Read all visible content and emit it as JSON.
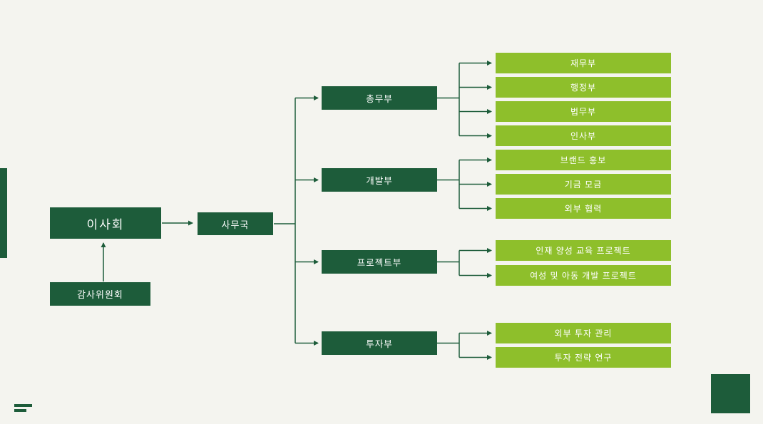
{
  "slide": {
    "background_color": "#f4f4ef",
    "accent_dark_green": "#1d5c3a",
    "accent_light_green": "#8ebf2b",
    "node_text_color": "#ffffff"
  },
  "org_chart": {
    "board": {
      "label": "이사회"
    },
    "audit_committee": {
      "label": "감사위원회"
    },
    "secretariat": {
      "label": "사무국"
    },
    "departments": [
      {
        "label": "총무부",
        "children": [
          {
            "label": "재무부"
          },
          {
            "label": "행정부"
          },
          {
            "label": "법무부"
          },
          {
            "label": "인사부"
          }
        ]
      },
      {
        "label": "개발부",
        "children": [
          {
            "label": "브랜드 홍보"
          },
          {
            "label": "기금 모금"
          },
          {
            "label": "외부 협력"
          }
        ]
      },
      {
        "label": "프로젝트부",
        "children": [
          {
            "label": "인재 양성 교육 프로젝트"
          },
          {
            "label": "여성 및 아동 개발 프로젝트"
          }
        ]
      },
      {
        "label": "투자부",
        "children": [
          {
            "label": "외부 투자 관리"
          },
          {
            "label": "투자 전략 연구"
          }
        ]
      }
    ]
  }
}
